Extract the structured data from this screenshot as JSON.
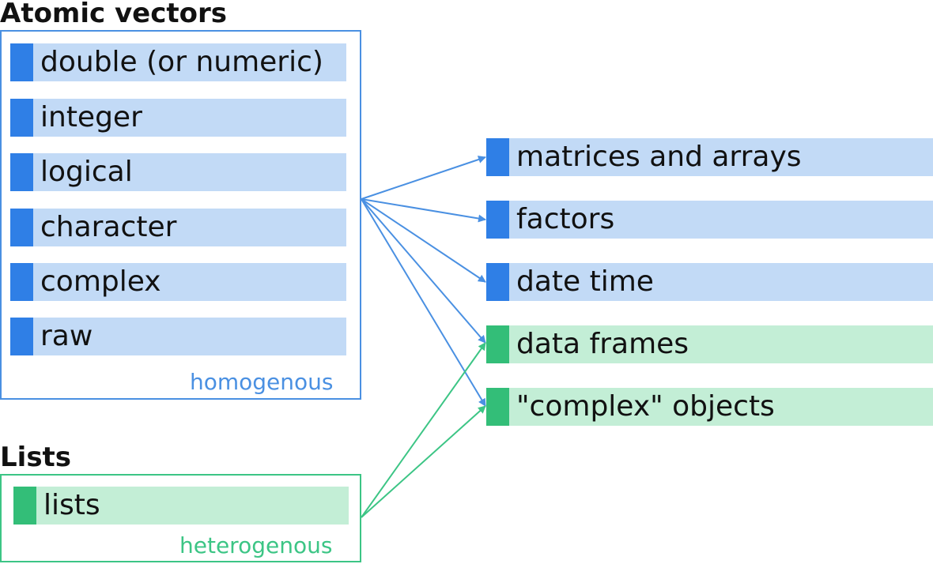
{
  "atomic": {
    "heading": "Atomic vectors",
    "caption": "homogenous",
    "items": [
      "double (or numeric)",
      "integer",
      "logical",
      "character",
      "complex",
      "raw"
    ]
  },
  "lists": {
    "heading": "Lists",
    "caption": "heterogenous",
    "items": [
      "lists"
    ]
  },
  "derived": {
    "items": [
      "matrices and arrays",
      "factors",
      "date time",
      "data frames",
      "\"complex\" objects"
    ]
  },
  "colors": {
    "atomic_accent": "#2f7fe6",
    "atomic_fill": "#c2daf6",
    "atomic_border": "#4a90e2",
    "lists_accent": "#33be78",
    "lists_fill": "#c3eed6",
    "lists_border": "#3cc585"
  }
}
